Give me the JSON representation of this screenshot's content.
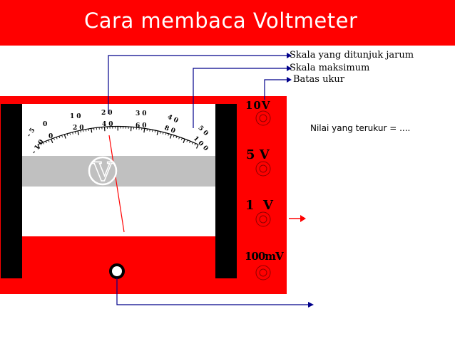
{
  "title": "Cara membaca Voltmeter",
  "annotations": {
    "needle_scale": "Skala yang ditunjuk jarum",
    "max_scale": "Skala maksimum",
    "range_limit": "Batas ukur"
  },
  "reading_text": "Nilai yang terukur = ....",
  "meter": {
    "symbol": "V",
    "outer_scale": [
      "-5",
      "0",
      "10",
      "20",
      "30",
      "40",
      "50"
    ],
    "inner_scale": [
      "-10",
      "0",
      "20",
      "40",
      "60",
      "80",
      "100"
    ],
    "ranges": [
      "10V",
      "5 V",
      "1  V",
      "100mV"
    ]
  },
  "colors": {
    "title_bg": "#ff0000",
    "body": "#ff0000",
    "band": "#c0c0c0",
    "side_bars": "#000000",
    "needle": "#ff0000",
    "leader_lines": "#00008b",
    "arrow": "#ff0000"
  }
}
